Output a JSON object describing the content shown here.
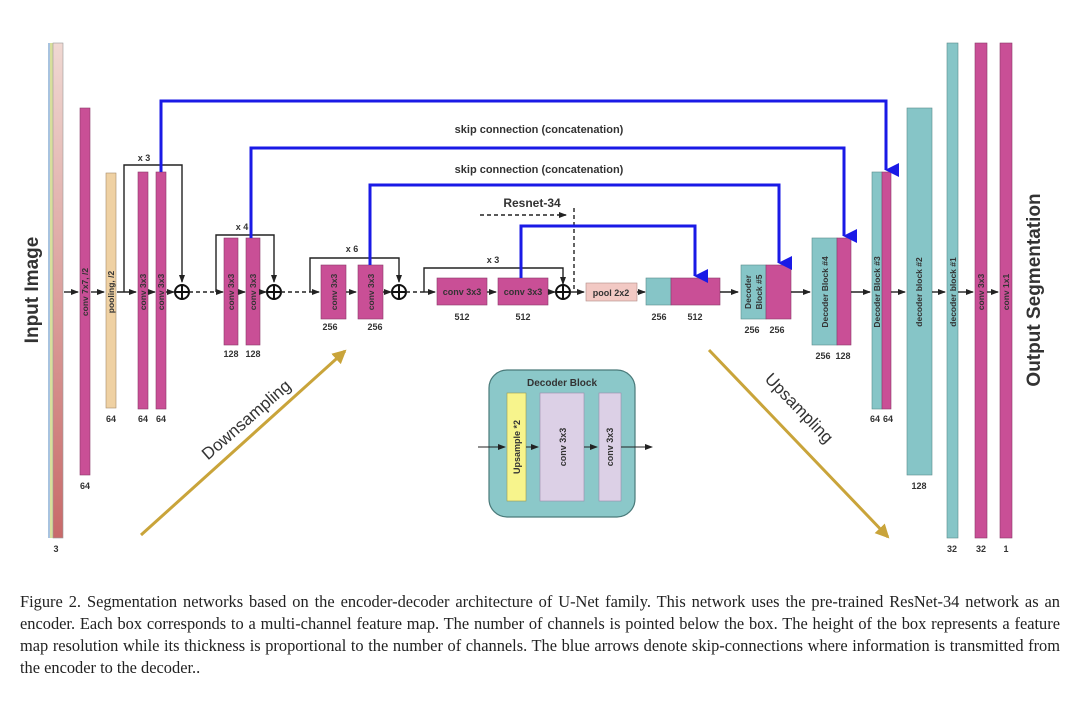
{
  "side_labels": {
    "input": "Input Image",
    "output": "Output Segmentation"
  },
  "skip_labels": [
    "skip connection (concatenation)",
    "skip connection (concatenation)"
  ],
  "resnet_label": "Resnet-34",
  "repeat_labels": {
    "stage1": "x 3",
    "stage2": "x 4",
    "stage3": "x 6",
    "stage4": "x 3"
  },
  "encoder": {
    "input": {
      "channels": "3"
    },
    "conv7": {
      "label": "conv 7x7, /2",
      "channels": "64"
    },
    "pool": {
      "label": "pooling, /2",
      "channels": "64"
    },
    "stage1": {
      "labels": [
        "conv 3x3",
        "conv 3x3"
      ],
      "channels": [
        "64",
        "64"
      ]
    },
    "stage2": {
      "labels": [
        "conv 3x3",
        "conv 3x3"
      ],
      "channels": [
        "128",
        "128"
      ]
    },
    "stage3": {
      "labels": [
        "conv 3x3",
        "conv 3x3"
      ],
      "channels": [
        "256",
        "256"
      ]
    },
    "stage4": {
      "labels": [
        "conv 3x3",
        "conv 3x3"
      ],
      "channels": [
        "512",
        "512"
      ]
    },
    "pool2": {
      "label": "pool 2x2"
    },
    "bottleneck": {
      "channels": [
        "256",
        "512"
      ]
    }
  },
  "decoder": {
    "block5": {
      "label_line1": "Decoder",
      "label_line2": "Block #5",
      "channels": [
        "256",
        "256"
      ]
    },
    "block4": {
      "label": "Decoder Block #4",
      "channels": [
        "256",
        "128"
      ]
    },
    "block3": {
      "label": "Decoder Block #3",
      "channels": [
        "64",
        "64"
      ]
    },
    "block2": {
      "label": "decoder block #2",
      "channels": "128"
    },
    "block1": {
      "label": "decoder block #1",
      "channels": "32"
    },
    "conv3": {
      "label": "conv 3x3",
      "channels": "32"
    },
    "conv1": {
      "label": "conv 1x1",
      "channels": "1"
    }
  },
  "inset": {
    "title": "Decoder Block",
    "upsample": "Upsample *2",
    "conv_a": "conv 3x3",
    "conv_b": "conv 3x3"
  },
  "trend_labels": {
    "down": "Downsampling",
    "up": "Upsampling"
  },
  "colors": {
    "magenta": "#c94f96",
    "teal": "#86c5c7",
    "tan": "#efd1a3",
    "pink_light": "#f2c9c4",
    "skip_blue": "#1a1ae6",
    "gold": "#c9a43a",
    "inset_bg": "#8bc8c9",
    "lavender": "#dcd0e6",
    "yellow": "#f7f48c"
  },
  "caption": "Figure 2. Segmentation networks based on the encoder-decoder architecture of U-Net family. This network uses the pre-trained ResNet-34 network as an encoder. Each box corresponds to a multi-channel feature map. The number of channels is pointed below the box. The height of the box represents a feature map resolution while its thickness is proportional to the number of channels. The blue arrows denote skip-connections where information is transmitted from the encoder to the decoder.."
}
